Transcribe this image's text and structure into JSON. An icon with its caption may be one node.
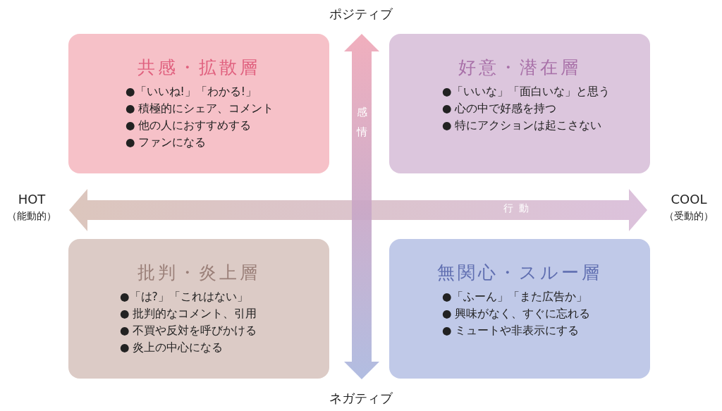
{
  "diagram": {
    "nodes": [
      {
        "text": [
          "共感・拡散層",
          "●「いいね!」「わかる!」",
          "● 積極的にシェア、コメント",
          "● 他の人におすすめする",
          "● ファンになる"
        ]
      },
      {
        "text": [
          "好意・潜在層",
          "●「いいな」「面白いな」と思う",
          "● 心の中で好感を持つ",
          "● 特にアクションは起こさない"
        ]
      },
      {
        "text": [
          "批判・炎上層",
          "●「は?」「これはない」",
          "● 批判的なコメント、引用",
          "● 不買や反対を呼びかける",
          "● 炎上の中心になる"
        ]
      },
      {
        "text": [
          "無関心・スルー層",
          "●「ふーん」「また広告か」",
          "● 興味がなく、すぐに忘れる",
          "● ミュートや非表示にする"
        ]
      }
    ],
    "labels": [
      "ポジティブ",
      "感情",
      "HOT",
      "（能動的）",
      "行動",
      "COOL",
      "（受動的）",
      "ネガティブ"
    ]
  }
}
